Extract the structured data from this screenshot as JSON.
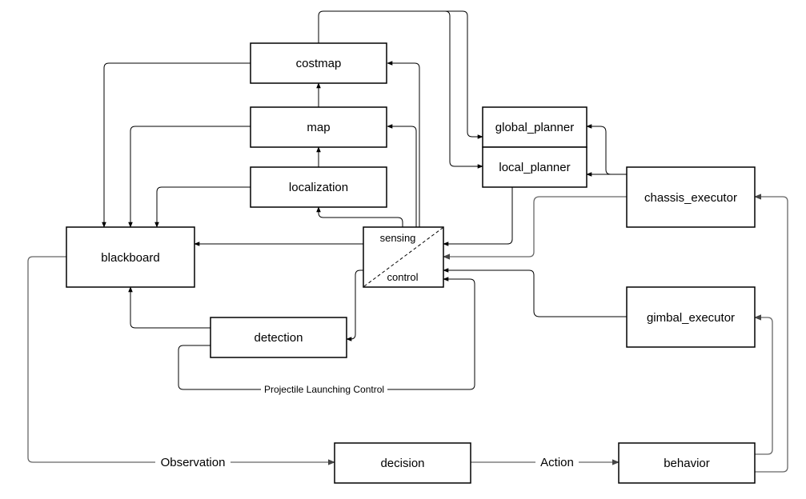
{
  "nodes": {
    "costmap": "costmap",
    "map": "map",
    "localization": "localization",
    "blackboard": "blackboard",
    "sensing": "sensing",
    "control": "control",
    "detection": "detection",
    "global_planner": "global_planner",
    "local_planner": "local_planner",
    "chassis_executor": "chassis_executor",
    "gimbal_executor": "gimbal_executor",
    "decision": "decision",
    "behavior": "behavior"
  },
  "edge_labels": {
    "projectile": "Projectile Launching Control",
    "observation": "Observation",
    "action": "Action"
  },
  "colors": {
    "stroke": "#000000",
    "secondary_stroke": "#666666",
    "background": "#ffffff"
  }
}
